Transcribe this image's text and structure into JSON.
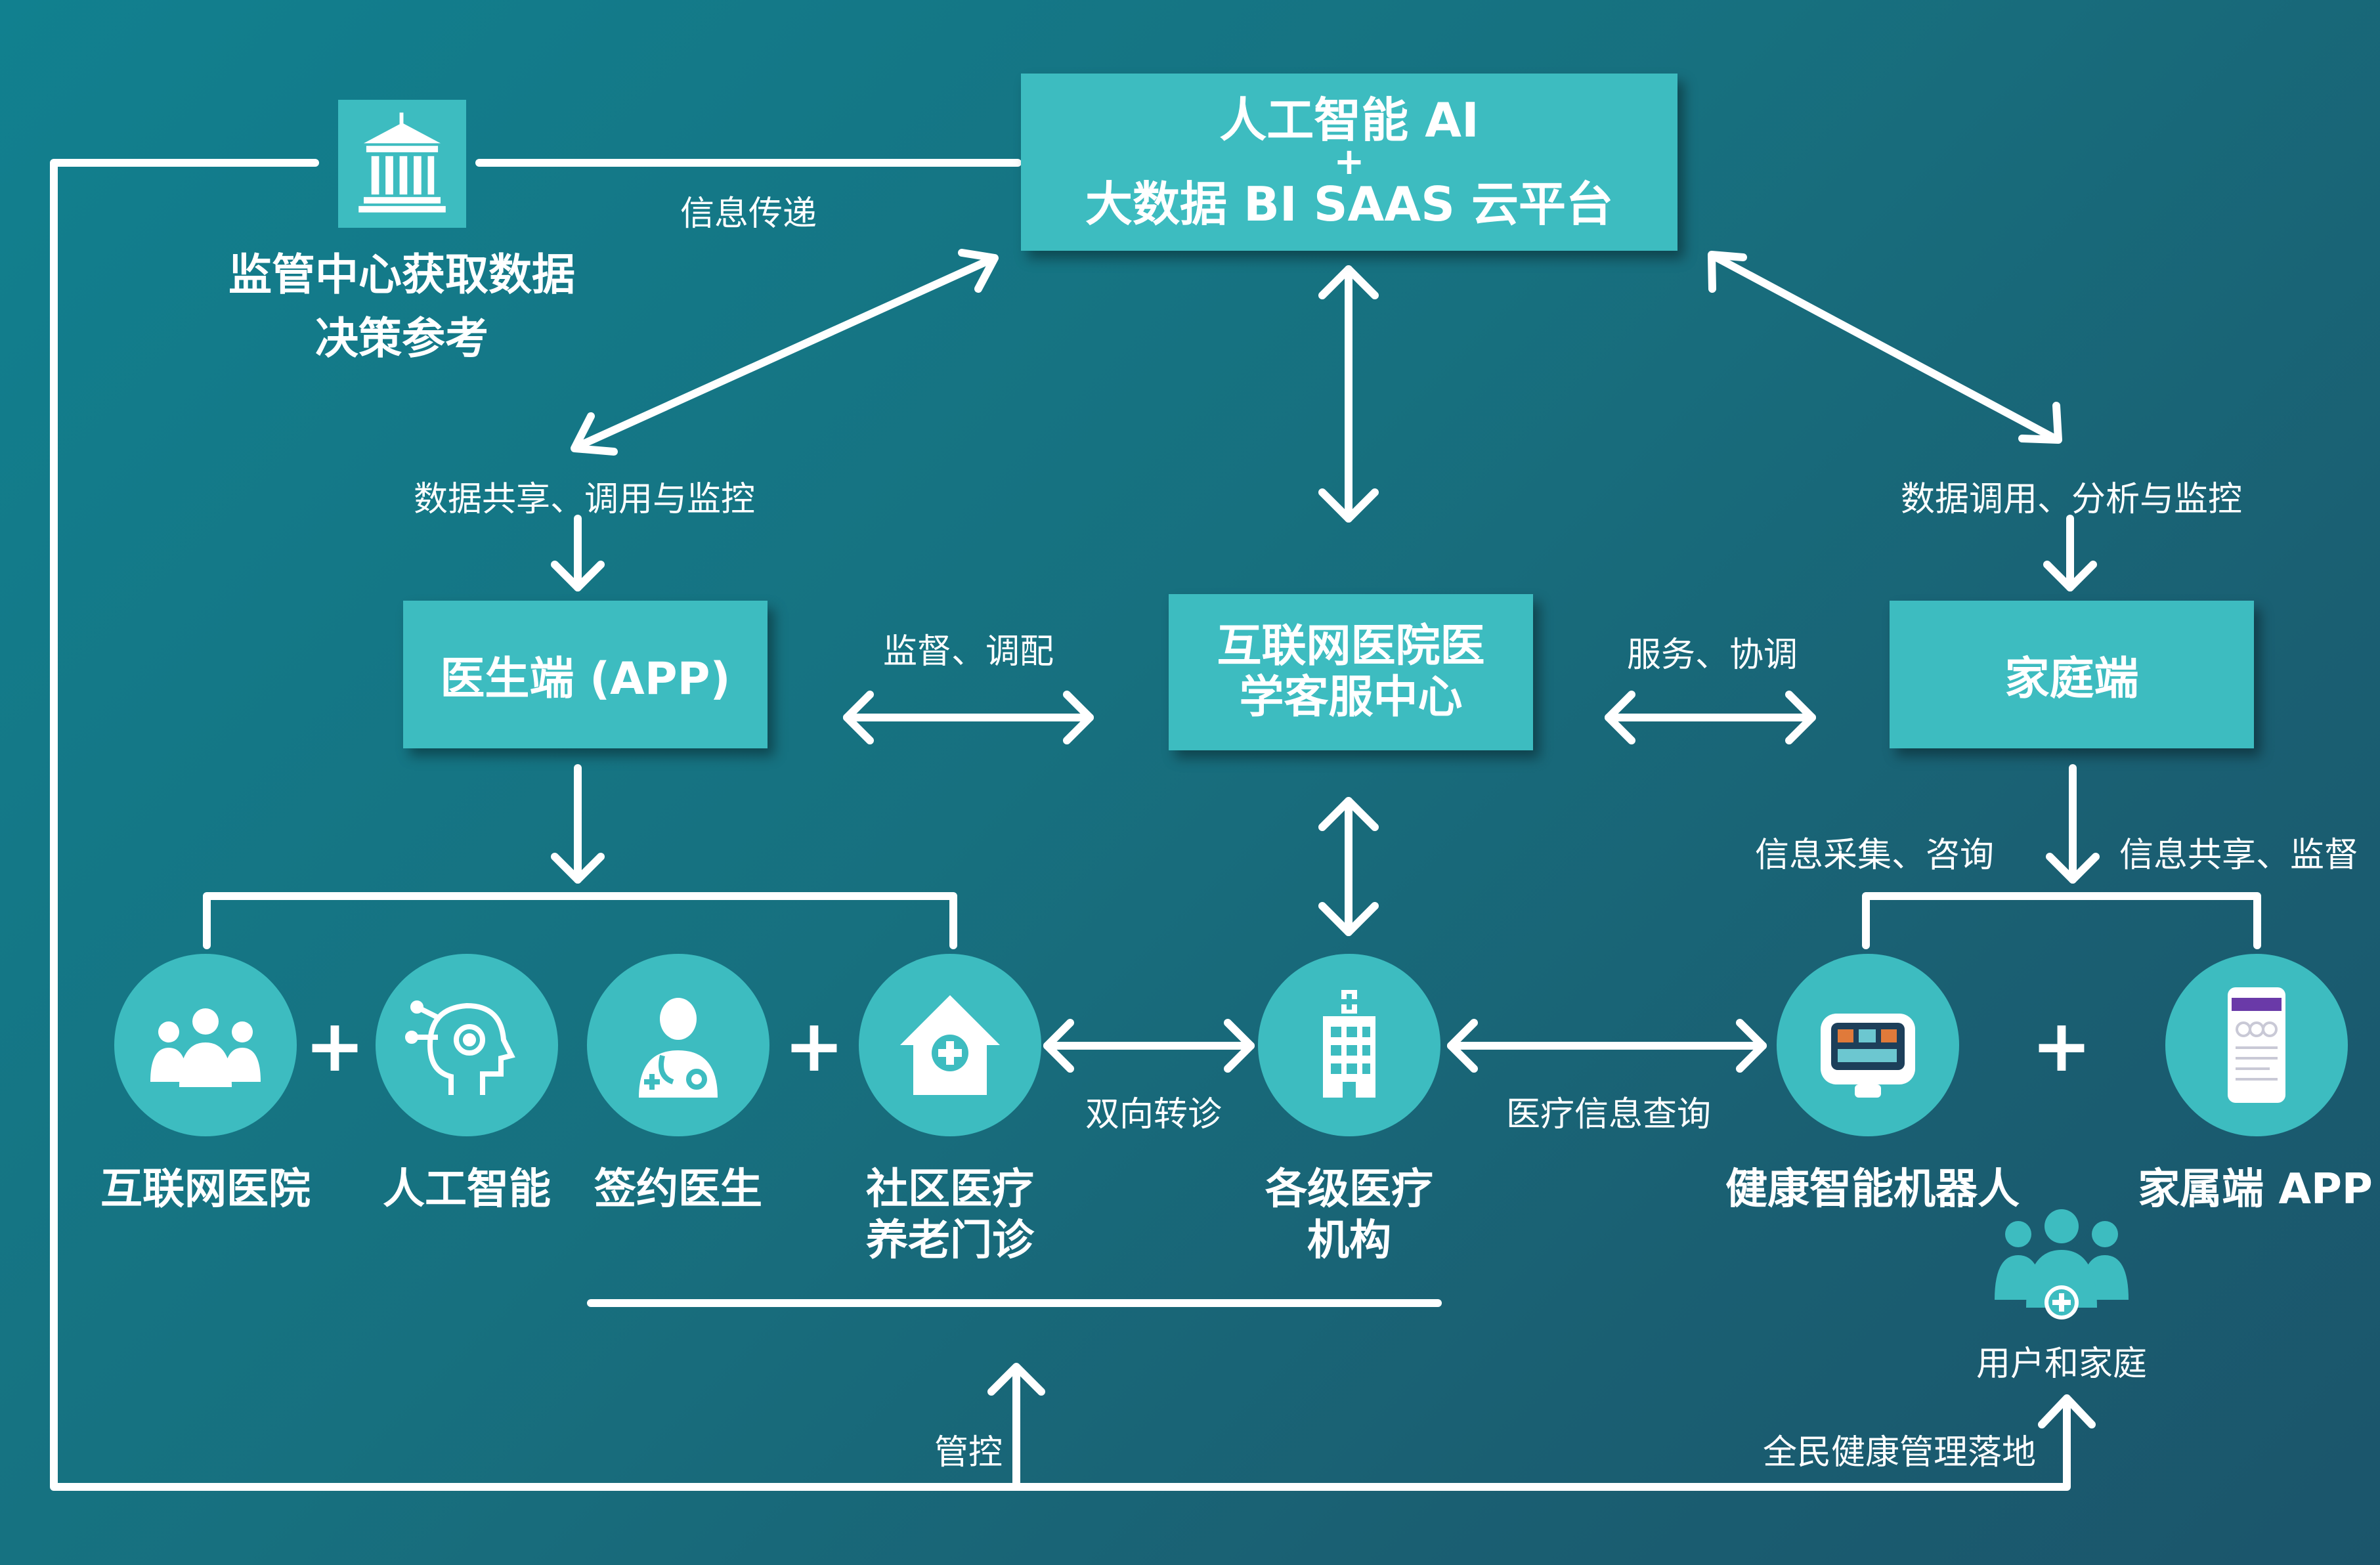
{
  "ai_platform": {
    "line1": "人工智能 AI",
    "line2": "+",
    "line3": "大数据 BI  SAAS 云平台"
  },
  "supervision": {
    "icon": "government-building-icon",
    "line1": "监管中心获取数据",
    "line2": "决策参考",
    "edge_label": "信息传递"
  },
  "edge_labels": {
    "data_share": "数据共享、调用与监控",
    "data_call": "数据调用、分析与监控",
    "supervise": "监督、调配",
    "service": "服务、协调",
    "info_collect": "信息采集、咨询",
    "info_share": "信息共享、监督",
    "referral": "双向转诊",
    "medical_query": "医疗信息查询",
    "control": "管控",
    "national_health": "全民健康管理落地"
  },
  "doctor_box": {
    "label": "医生端 (APP)"
  },
  "service_center": {
    "line1": "互联网医院医",
    "line2": "学客服中心"
  },
  "family_box": {
    "label": "家庭端"
  },
  "nodes": {
    "internet_hospital": {
      "label": "互联网医院",
      "icon": "doctors-group-icon"
    },
    "ai": {
      "label": "人工智能",
      "icon": "ai-head-gear-icon"
    },
    "signed_doctor": {
      "label": "签约医生",
      "icon": "doctor-stethoscope-icon"
    },
    "community": {
      "line1": "社区医疗",
      "line2": "养老门诊",
      "icon": "house-medical-cross-icon"
    },
    "medical_inst": {
      "line1": "各级医疗",
      "line2": "机构",
      "icon": "hospital-building-icon"
    },
    "robot": {
      "label": "健康智能机器人",
      "icon": "health-robot-device-icon"
    },
    "family_app": {
      "label": "家属端 APP",
      "icon": "phone-app-icon"
    },
    "users": {
      "label": "用户和家庭",
      "icon": "family-users-plus-icon"
    }
  },
  "plus_sign": "+",
  "colors": {
    "box": "#3dbcc0",
    "background": "#167585",
    "line": "#ffffff"
  }
}
